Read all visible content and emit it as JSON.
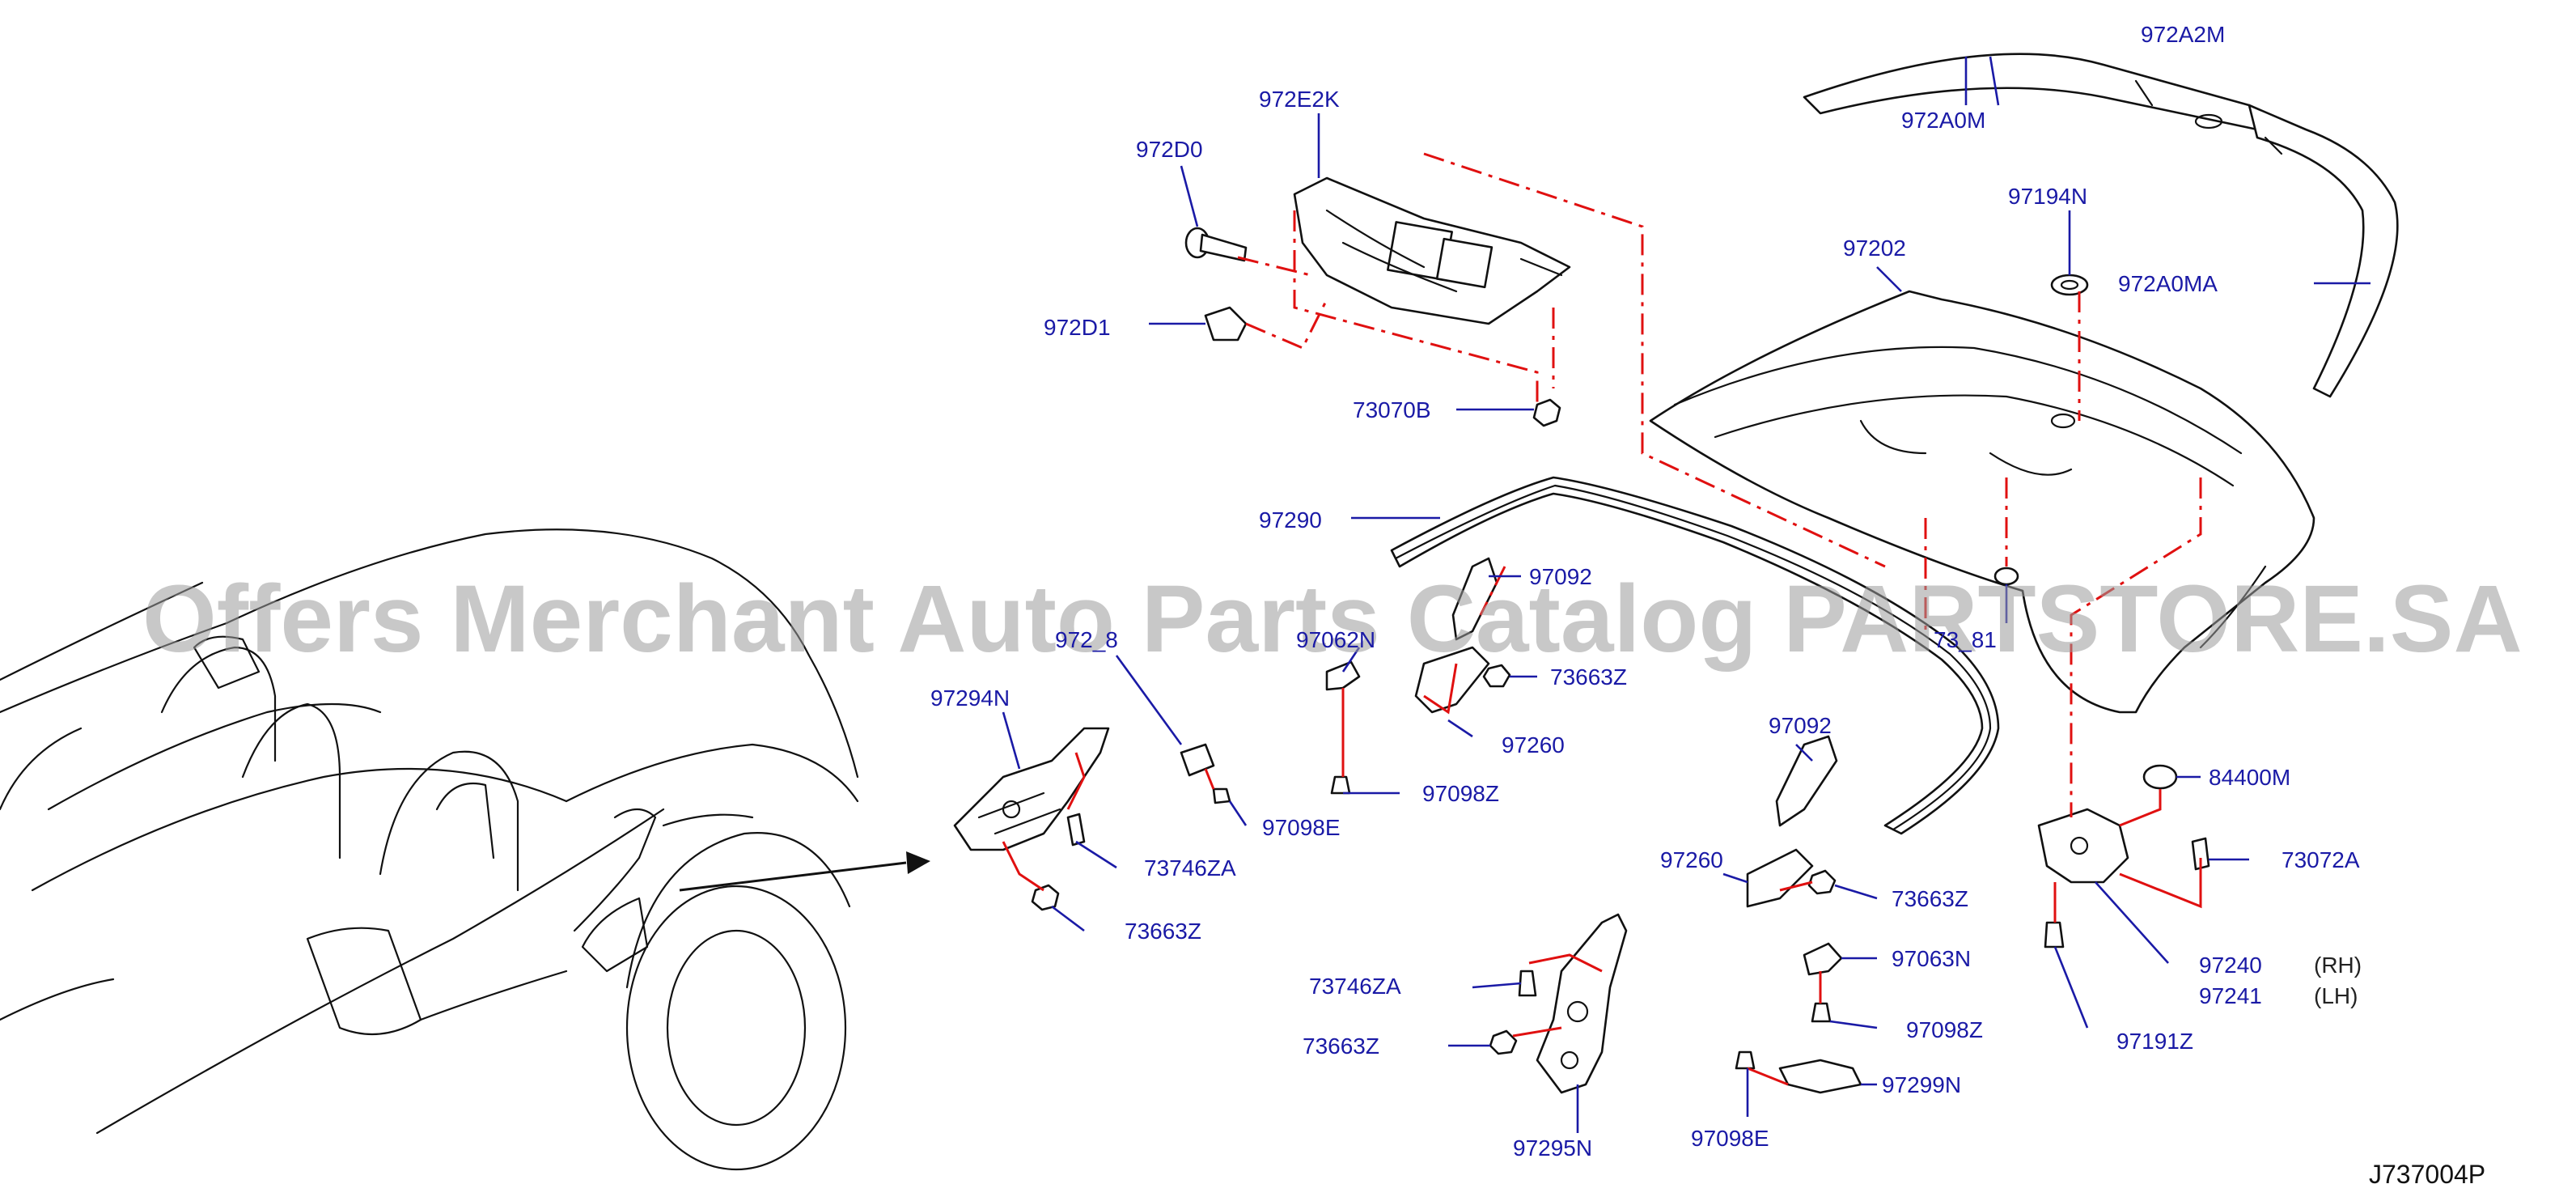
{
  "diagram": {
    "code": "J737004P",
    "watermark": "Offers Merchant Auto Parts Catalog PARTSTORE.SA",
    "labels": {
      "p972A2M": "972A2M",
      "p972A0M": "972A0M",
      "p972A0MA": "972A0MA",
      "p972E2K": "972E2K",
      "p972D0": "972D0",
      "p972D1": "972D1",
      "p73070B": "73070B",
      "p97194N": "97194N",
      "p97202": "97202",
      "p97290": "97290",
      "p97092a": "97092",
      "p972_8": "972_8",
      "p97062N": "97062N",
      "p73663Za": "73663Z",
      "p97260a": "97260",
      "p97098Za": "97098Z",
      "p97294N": "97294N",
      "p97098Ea": "97098E",
      "p73746ZAa": "73746ZA",
      "p73663Zb": "73663Z",
      "p73_81": "73_81",
      "p97092b": "97092",
      "p97260b": "97260",
      "p73663Zc": "73663Z",
      "p97063N": "97063N",
      "p97098Zb": "97098Z",
      "p97299N": "97299N",
      "p97098Eb": "97098E",
      "p73746ZAb": "73746ZA",
      "p73663Zd": "73663Z",
      "p97295N": "97295N",
      "p84400M": "84400M",
      "p73072A": "73072A",
      "p97240": "97240",
      "p97241": "97241",
      "p97191Z": "97191Z"
    },
    "notes": {
      "rh": "(RH)",
      "lh": "(LH)"
    }
  }
}
